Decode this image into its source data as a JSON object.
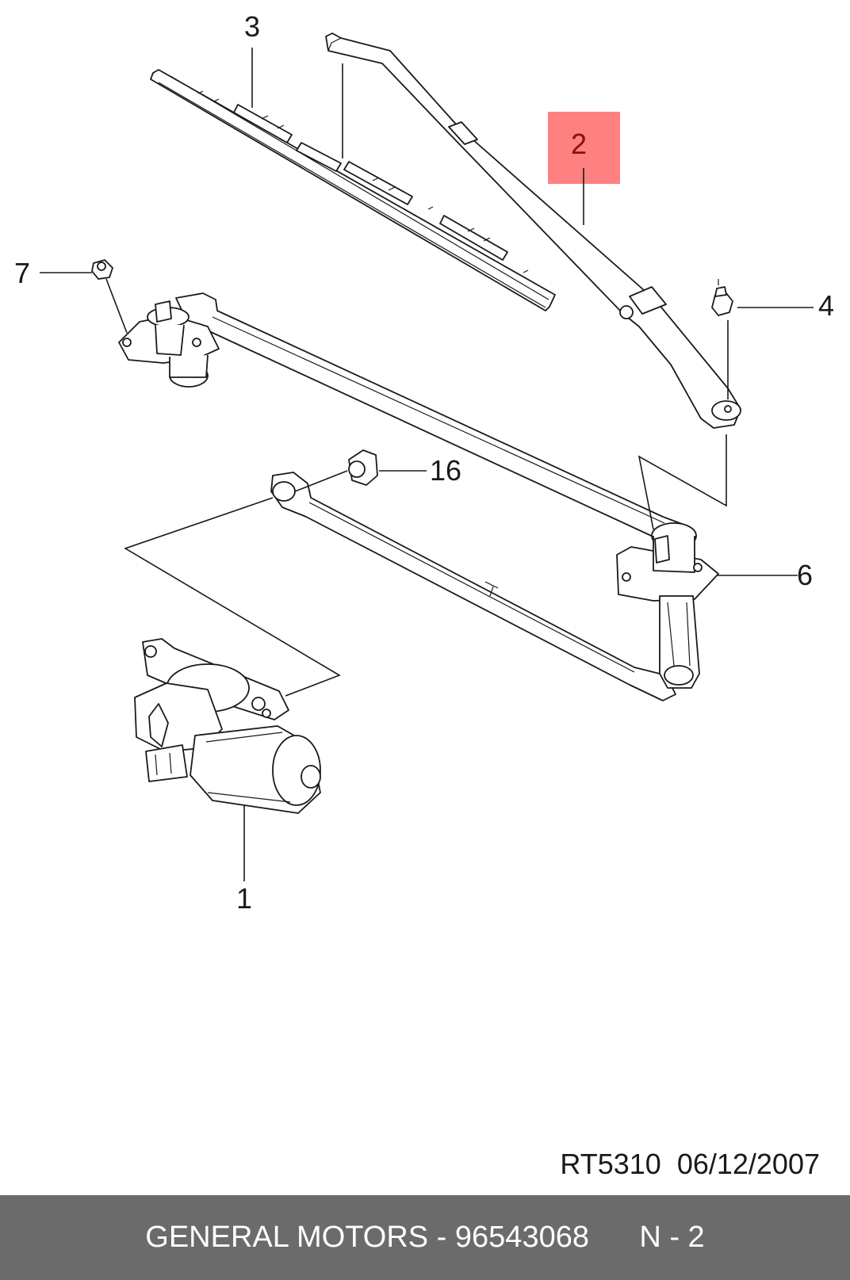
{
  "callouts": {
    "c1": "1",
    "c2": "2",
    "c3": "3",
    "c4": "4",
    "c6": "6",
    "c7": "7",
    "c16": "16"
  },
  "highlight": {
    "part": "2",
    "color": "#ff8080"
  },
  "reference": {
    "code": "RT5310",
    "date": "06/12/2007"
  },
  "footer": {
    "manufacturer": "GENERAL MOTORS",
    "separator": " - ",
    "part_number": "96543068",
    "page": "N - 2"
  },
  "colors": {
    "footer_bg": "#6b6b6b",
    "line": "#1a1a1a"
  }
}
